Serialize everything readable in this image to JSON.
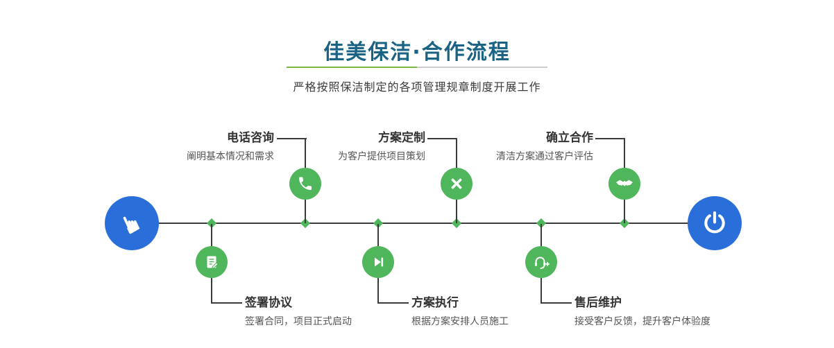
{
  "header": {
    "title": "佳美保洁·合作流程",
    "subtitle": "严格按照保洁制定的各项管理规章制度开展工作"
  },
  "flow": {
    "steps_top": [
      {
        "title": "电话咨询",
        "desc": "阐明基本情况和需求",
        "icon": "phone-icon"
      },
      {
        "title": "方案定制",
        "desc": "为客户提供项目策划",
        "icon": "design-icon"
      },
      {
        "title": "确立合作",
        "desc": "清洁方案通过客户评估",
        "icon": "handshake-icon"
      }
    ],
    "steps_bottom": [
      {
        "title": "签署协议",
        "desc": "签署合同，项目正式启动",
        "icon": "contract-icon"
      },
      {
        "title": "方案执行",
        "desc": "根据方案安排人员施工",
        "icon": "play-icon"
      },
      {
        "title": "售后维护",
        "desc": "接受客户反馈，提升客户体验度",
        "icon": "headset-icon"
      }
    ]
  },
  "glyphs": {
    "hand_pointer": "☛"
  },
  "icons": {
    "start": "hand-pointer-icon",
    "end": "power-icon"
  },
  "colors": {
    "title_text": "#1a6384",
    "accent_green": "#4fb65b",
    "accent_blue": "#2a6fd9",
    "divider_green": "#7cb53e",
    "divider_gray": "#cdcdcd",
    "line_dark": "#3b3b3b"
  }
}
